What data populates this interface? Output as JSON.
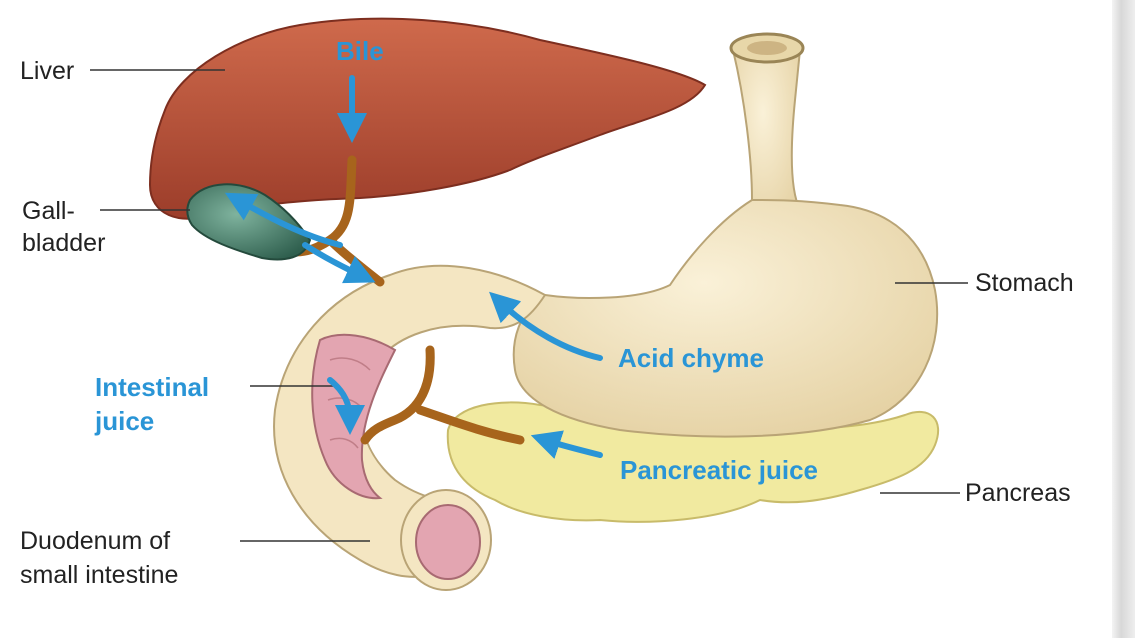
{
  "labels": {
    "liver": "Liver",
    "gall_line1": "Gall-",
    "gall_line2": "bladder",
    "stomach": "Stomach",
    "pancreas": "Pancreas",
    "duodenum_line1": "Duodenum of",
    "duodenum_line2": "small intestine"
  },
  "flows": {
    "bile": "Bile",
    "acid_chyme": "Acid chyme",
    "intestinal_line1": "Intestinal",
    "intestinal_line2": "juice",
    "pancreatic_juice": "Pancreatic juice"
  },
  "colors": {
    "liver": "#b84d36",
    "stomach": "#f3e5c0",
    "pancreas": "#f1eaa0",
    "gallbladder": "#4f8a74",
    "duct": "#a7641c",
    "arrow": "#2a95d6",
    "lumen": "#e3a5b1"
  }
}
